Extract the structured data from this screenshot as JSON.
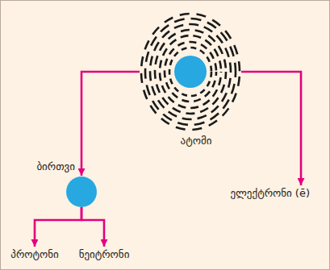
{
  "diagram": {
    "nodes": [
      {
        "text": [
          "ატომი"
        ]
      },
      {
        "text": [
          "ბირთვი"
        ]
      },
      {
        "text": [
          "ელექტრონი (ē)"
        ]
      },
      {
        "text": [
          "პროტონი"
        ]
      },
      {
        "text": [
          "ნეიტრონი"
        ]
      }
    ],
    "edges": [
      {
        "from": 0,
        "to": 1,
        "arrow": "to"
      },
      {
        "from": 0,
        "to": 2,
        "arrow": "to"
      },
      {
        "from": 1,
        "to": 3,
        "arrow": "to"
      },
      {
        "from": 1,
        "to": 4,
        "arrow": "to"
      }
    ]
  }
}
